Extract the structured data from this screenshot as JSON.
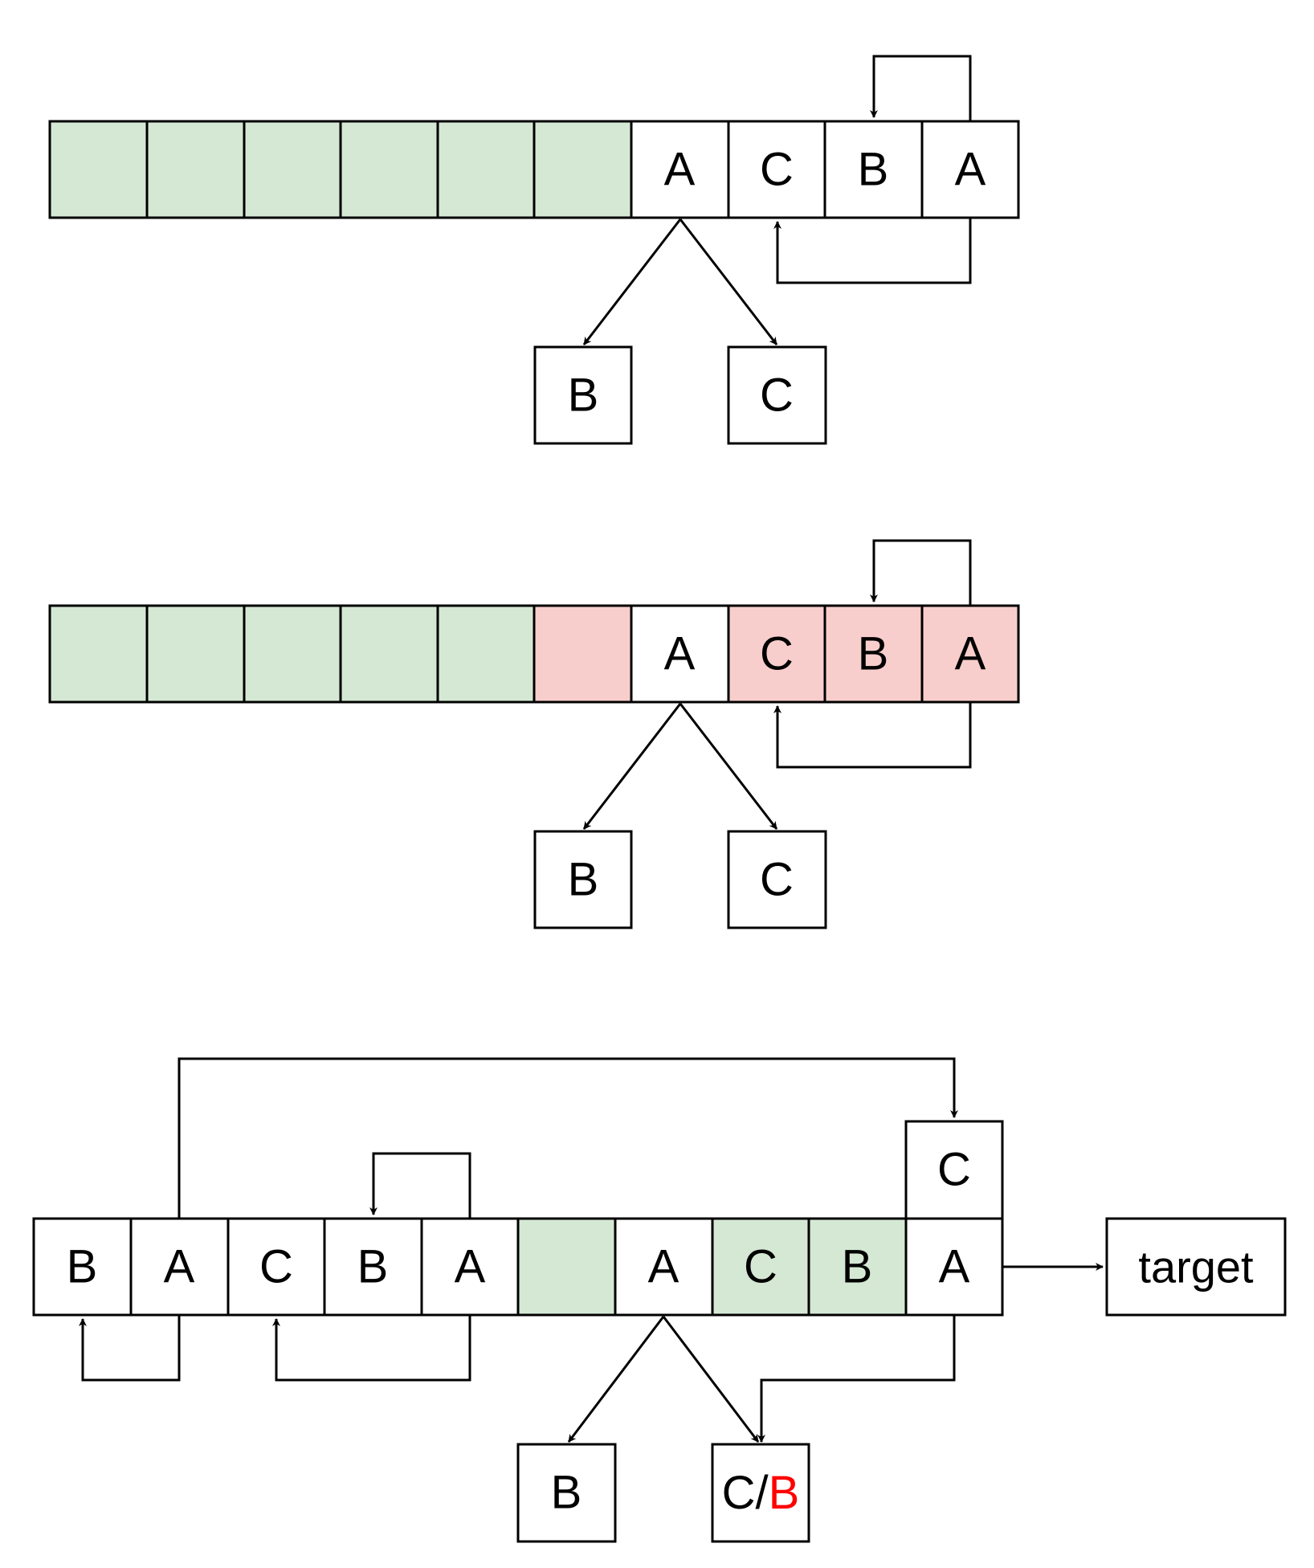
{
  "colors": {
    "green": "#d5e8d4",
    "red": "#f8cecc",
    "white": "#ffffff",
    "highlight": "#ff0000"
  },
  "panel1": {
    "cells": [
      {
        "label": "",
        "fill": "green"
      },
      {
        "label": "",
        "fill": "green"
      },
      {
        "label": "",
        "fill": "green"
      },
      {
        "label": "",
        "fill": "green"
      },
      {
        "label": "",
        "fill": "green"
      },
      {
        "label": "",
        "fill": "green"
      },
      {
        "label": "A",
        "fill": "white"
      },
      {
        "label": "C",
        "fill": "white"
      },
      {
        "label": "B",
        "fill": "white"
      },
      {
        "label": "A",
        "fill": "white"
      }
    ],
    "children": [
      {
        "label": "B"
      },
      {
        "label": "C"
      }
    ]
  },
  "panel2": {
    "cells": [
      {
        "label": "",
        "fill": "green"
      },
      {
        "label": "",
        "fill": "green"
      },
      {
        "label": "",
        "fill": "green"
      },
      {
        "label": "",
        "fill": "green"
      },
      {
        "label": "",
        "fill": "green"
      },
      {
        "label": "",
        "fill": "red"
      },
      {
        "label": "A",
        "fill": "white"
      },
      {
        "label": "C",
        "fill": "red"
      },
      {
        "label": "B",
        "fill": "red"
      },
      {
        "label": "A",
        "fill": "red"
      }
    ],
    "children": [
      {
        "label": "B"
      },
      {
        "label": "C"
      }
    ]
  },
  "panel3": {
    "cells": [
      {
        "label": "B",
        "fill": "white"
      },
      {
        "label": "A",
        "fill": "white"
      },
      {
        "label": "C",
        "fill": "white"
      },
      {
        "label": "B",
        "fill": "white"
      },
      {
        "label": "A",
        "fill": "white"
      },
      {
        "label": "",
        "fill": "green"
      },
      {
        "label": "A",
        "fill": "white"
      },
      {
        "label": "C",
        "fill": "green"
      },
      {
        "label": "B",
        "fill": "green"
      },
      {
        "label": "A",
        "fill": "white"
      }
    ],
    "stacked_cell": {
      "label": "C"
    },
    "target": {
      "label": "target"
    },
    "children": [
      {
        "label": "B"
      },
      {
        "label_prefix": "C/",
        "label_highlight": "B"
      }
    ]
  }
}
